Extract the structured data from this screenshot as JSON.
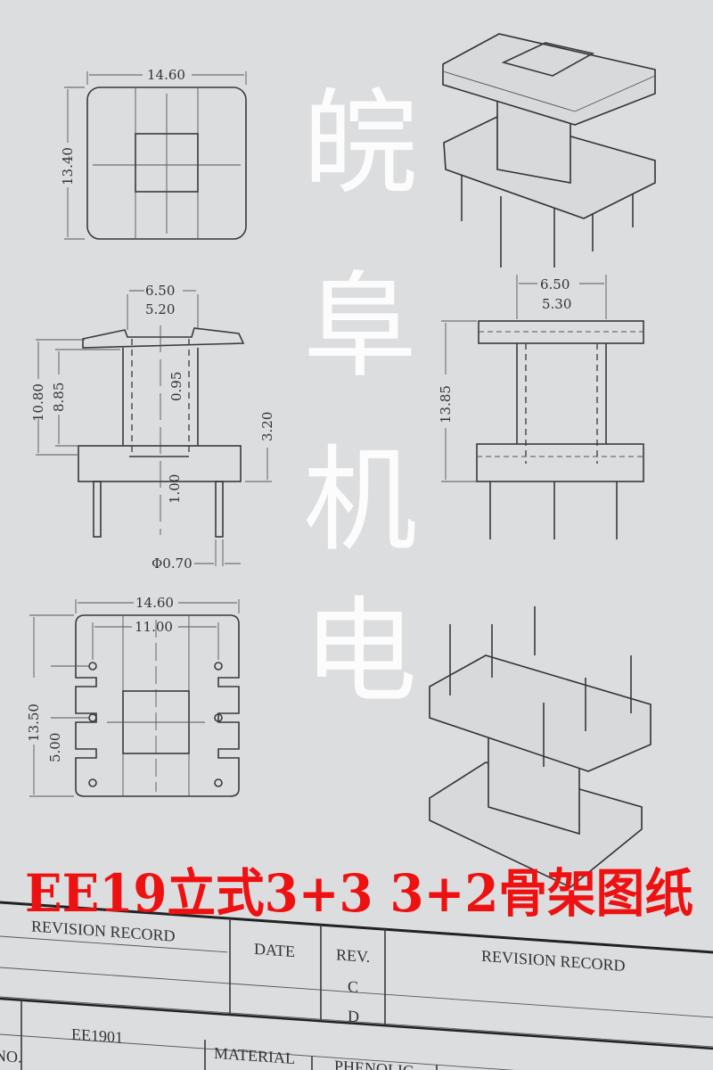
{
  "watermark": {
    "chars": [
      "皖",
      "阜",
      "机",
      "电"
    ]
  },
  "title": "EE19立式3+3  3+2骨架图纸",
  "title_color": "#ee1111",
  "top_view": {
    "width": "14.60",
    "height": "13.40"
  },
  "side_view_3p3": {
    "dim_a": "6.50",
    "dim_b": "5.20",
    "dim_h1": "10.80",
    "dim_h2": "8.85",
    "dim_flange": "0.95",
    "dim_base": "3.20",
    "dim_bottom": "1.00",
    "dim_pin": "Φ0.70"
  },
  "side_view_3p2": {
    "dim_a": "6.50",
    "dim_b": "5.30",
    "dim_h": "13.85"
  },
  "bottom_view": {
    "width": "14.60",
    "pitch": "11.00",
    "height": "13.50",
    "pin_pitch": "5.00"
  },
  "title_block": {
    "revision_record_left": "REVISION RECORD",
    "date": "DATE",
    "rev": "REV.",
    "revision_record_right": "REVISION RECORD",
    "rev_c": "C",
    "rev_d": "D",
    "part_no_label": "NO.",
    "part_no": "EE1901",
    "material_label": "MATERIAL",
    "material": "PHENOLIC"
  }
}
